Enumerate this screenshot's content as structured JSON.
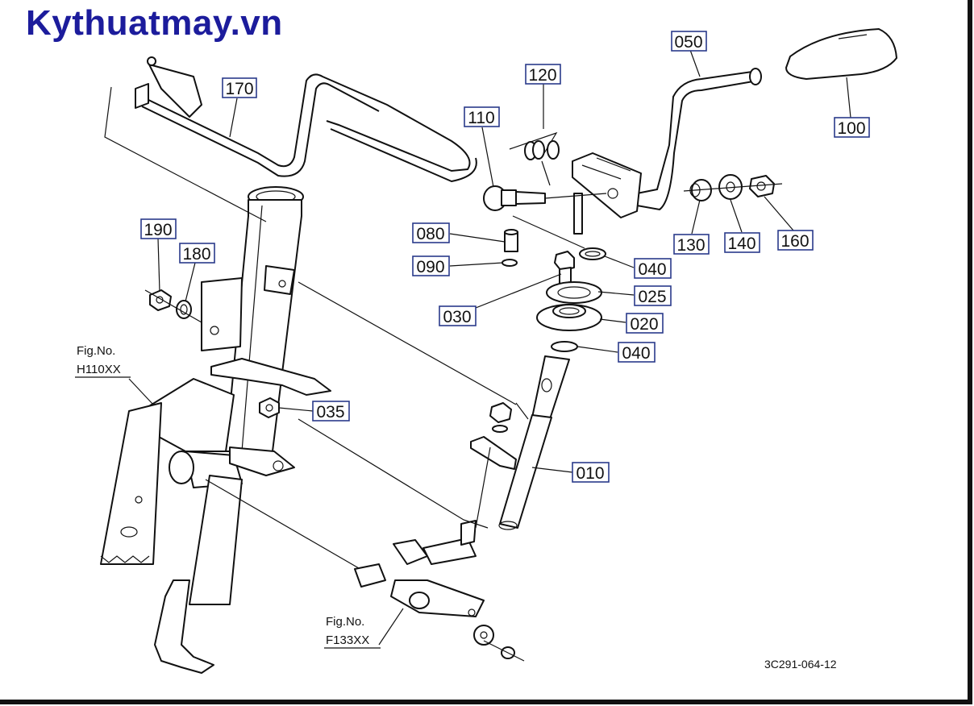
{
  "watermark": "Kythuatmay.vn",
  "drawing_code": "3C291-064-12",
  "fig_refs": [
    {
      "label": "Fig.No.",
      "code": "H110XX"
    },
    {
      "label": "Fig.No.",
      "code": "F133XX"
    }
  ],
  "part_labels": [
    "170",
    "050",
    "120",
    "110",
    "100",
    "190",
    "180",
    "080",
    "090",
    "040",
    "130",
    "140",
    "160",
    "030",
    "025",
    "020",
    "040",
    "035",
    "010"
  ]
}
